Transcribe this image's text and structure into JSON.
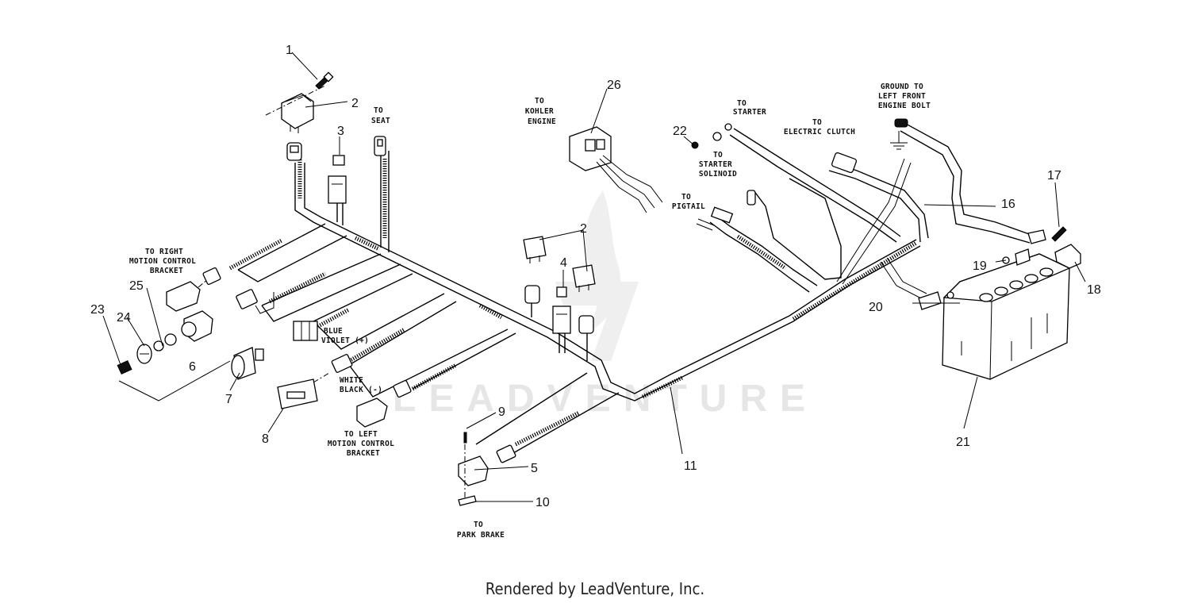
{
  "watermark": {
    "text": "LEADVENTURE"
  },
  "footer": {
    "text": "Rendered by LeadVenture, Inc."
  },
  "callouts": {
    "n1": "1",
    "n2a": "2",
    "n2b": "2",
    "n3": "3",
    "n4": "4",
    "n5": "5",
    "n6": "6",
    "n7": "7",
    "n8": "8",
    "n9": "9",
    "n10": "10",
    "n11": "11",
    "n16": "16",
    "n17": "17",
    "n18": "18",
    "n19": "19",
    "n20": "20",
    "n21": "21",
    "n22": "22",
    "n23": "23",
    "n24": "24",
    "n25": "25",
    "n26": "26"
  },
  "labels": {
    "to_seat": [
      "TO",
      "SEAT"
    ],
    "to_kohler": [
      "TO",
      "KOHLER",
      "ENGINE"
    ],
    "to_starter": [
      "TO",
      "STARTER"
    ],
    "to_electric_clutch": [
      "TO",
      "ELECTRIC CLUTCH"
    ],
    "ground": [
      "GROUND TO",
      "LEFT FRONT",
      "ENGINE BOLT"
    ],
    "to_starter_solenoid": [
      "TO",
      "STARTER",
      "SOLINOID"
    ],
    "to_pigtail": [
      "TO",
      "PIGTAIL"
    ],
    "to_right_motion": [
      "TO RIGHT",
      "MOTION CONTROL",
      "BRACKET"
    ],
    "blue_violet": [
      "BLUE",
      "VIOLET (+)"
    ],
    "white_black": [
      "WHITE",
      "BLACK (-)"
    ],
    "to_left_motion": [
      "TO LEFT",
      "MOTION CONTROL",
      "BRACKET"
    ],
    "to_park_brake": [
      "TO",
      "PARK BRAKE"
    ]
  }
}
